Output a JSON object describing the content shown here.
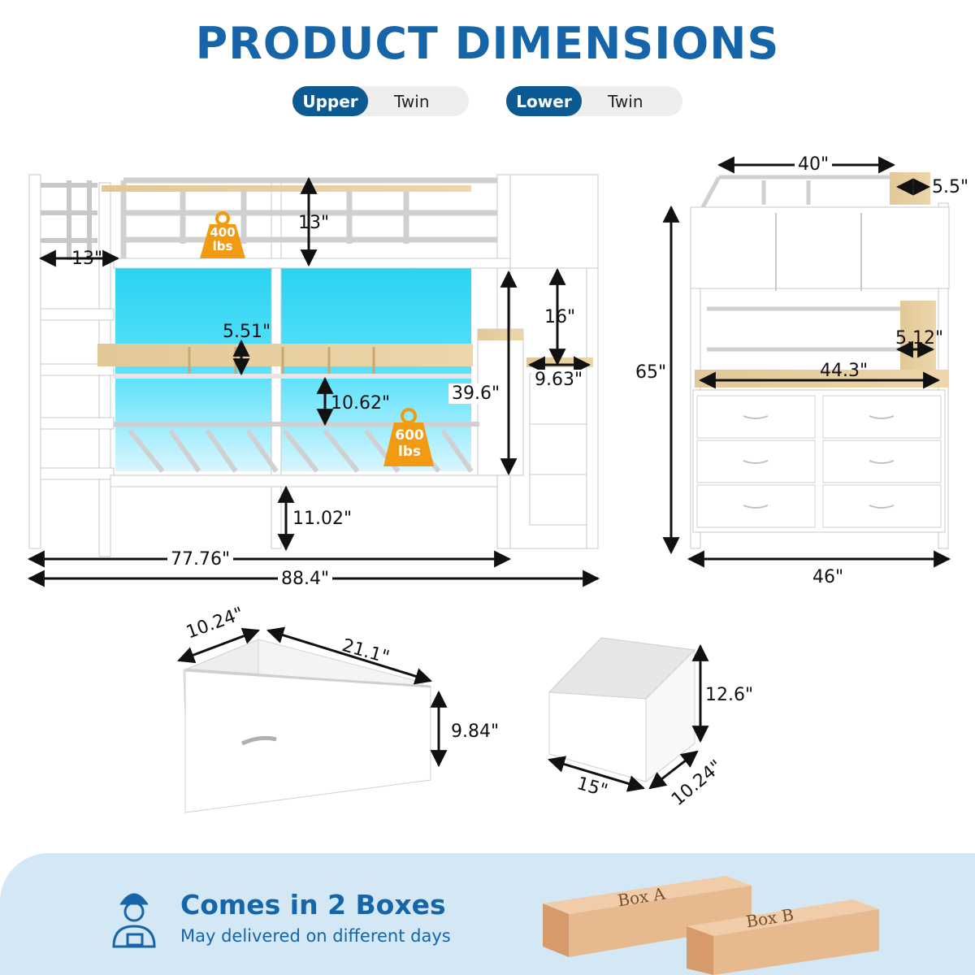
{
  "title": "PRODUCT DIMENSIONS",
  "bed_sizes": [
    {
      "label": "Upper",
      "value": "Twin"
    },
    {
      "label": "Lower",
      "value": "Twin"
    }
  ],
  "bed_view": {
    "guard_height": "13\"",
    "side_gap": "13\"",
    "shelf_height": "5.51\"",
    "desk_clearance": "10.62\"",
    "lower_height": "39.6\"",
    "stair_step": "16\"",
    "stair_depth": "9.63\"",
    "under_clearance": "11.02\"",
    "bed_length": "77.76\"",
    "total_length": "88.4\"",
    "upper_capacity": {
      "amount": "400",
      "unit": "lbs"
    },
    "lower_capacity": {
      "amount": "600",
      "unit": "lbs"
    }
  },
  "side_view": {
    "top_width": "40\"",
    "shelf_depth": "5.5\"",
    "total_height": "65\"",
    "desk_width": "44.3\"",
    "side_shelf": "5.12\"",
    "base_width": "46\""
  },
  "drawer": {
    "depth": "10.24\"",
    "length": "21.1\"",
    "height": "9.84\""
  },
  "bin": {
    "height": "12.6\"",
    "width": "15\"",
    "depth": "10.24\""
  },
  "shipping": {
    "title": "Comes in 2 Boxes",
    "subtitle": "May delivered on different days",
    "box_a": "Box A",
    "box_b": "Box B"
  },
  "colors": {
    "brand_blue": "#1565a8",
    "pill_blue": "#0d5a93",
    "badge_orange": "#f29a12",
    "box_tan": "#e7b98f",
    "banner_bg": "#d3e7f5"
  }
}
